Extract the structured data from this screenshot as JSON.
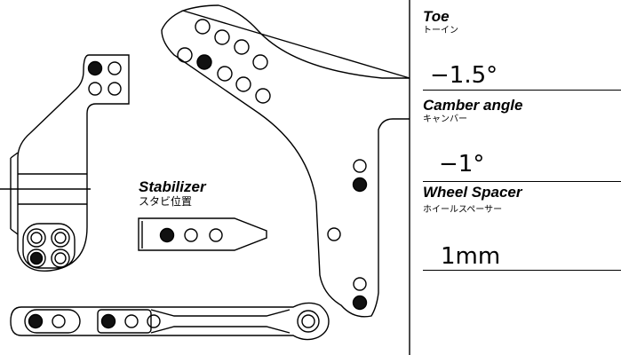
{
  "settings": [
    {
      "title_en": "Toe",
      "title_jp": "トーイン",
      "value": "−1.5°"
    },
    {
      "title_en": "Camber angle",
      "title_jp": "キャンバー",
      "value": "−1°"
    },
    {
      "title_en": "Wheel Spacer",
      "title_jp": "ホイールスペーサー",
      "value": "1mm"
    }
  ],
  "stabilizer": {
    "title_en": "Stabilizer",
    "title_jp": "スタビ位置"
  },
  "colors": {
    "line": "#000000",
    "filled_hole": "#111111",
    "background": "#ffffff"
  }
}
